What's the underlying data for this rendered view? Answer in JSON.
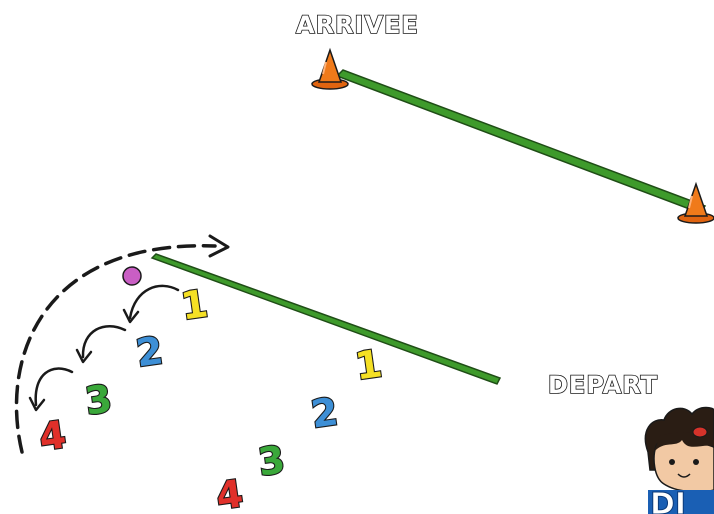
{
  "labels": {
    "finish": "ARRIVEE",
    "start": "DEPART"
  },
  "colors": {
    "line": "#3e9a2b",
    "cone": "#f07a1a",
    "ball": "#c95ec4",
    "num1": "#f5e024",
    "num2": "#3d8fd6",
    "num3": "#3aa83a",
    "num4": "#e0302a"
  },
  "queue_behind_line": [
    "1",
    "2",
    "3",
    "4"
  ],
  "queue_at_start": [
    "1",
    "2",
    "3",
    "4"
  ],
  "logo": {
    "partial_text": "DI"
  }
}
